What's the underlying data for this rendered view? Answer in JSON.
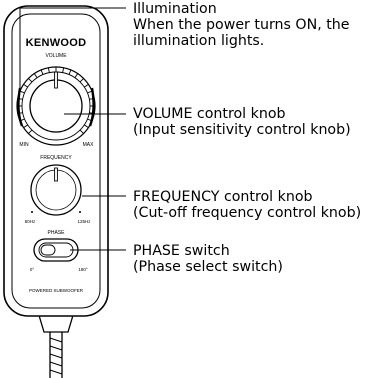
{
  "device": {
    "brand": "KENWOOD",
    "volume_title": "VOLUME",
    "volume_min": "MIN",
    "volume_max": "MAX",
    "frequency_title": "FREQUENCY",
    "freq_low": "50Hz",
    "freq_high": "125Hz",
    "phase_title": "PHASE",
    "phase_left": "0°",
    "phase_right": "180°",
    "footer": "POWERED SUBWOOFER"
  },
  "callouts": {
    "illumination": {
      "title": "Illumination",
      "line2": "When the power turns ON, the",
      "line3": "illumination lights."
    },
    "volume": {
      "title": "VOLUME control knob",
      "line2": "(Input sensitivity control knob)"
    },
    "frequency": {
      "title": "FREQUENCY control knob",
      "line2": "(Cut-off frequency control knob)"
    },
    "phase": {
      "title": "PHASE switch",
      "line2": "(Phase select switch)"
    }
  }
}
